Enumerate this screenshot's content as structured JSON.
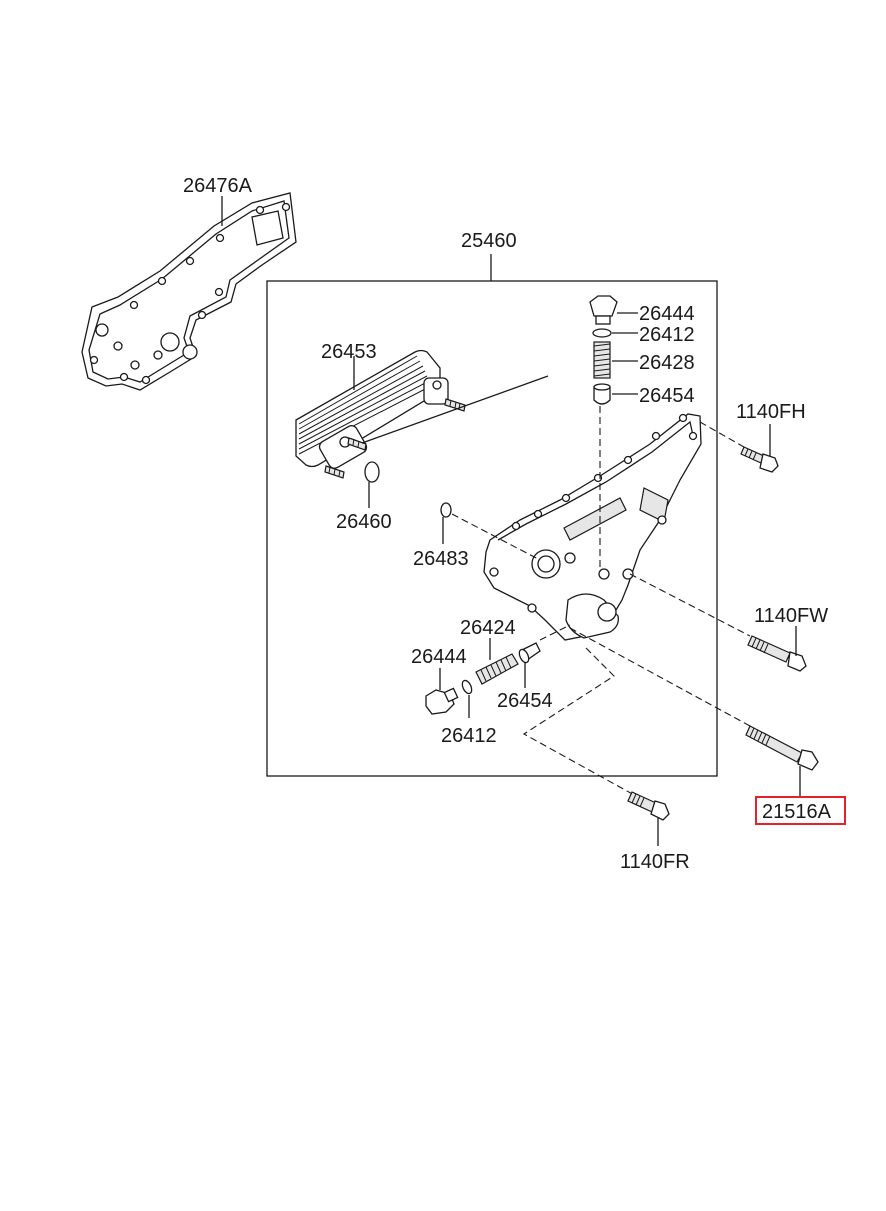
{
  "labels": {
    "gasket": "26476A",
    "assembly": "25460",
    "cooler": "26453",
    "plug_top": "26444",
    "oring_top": "26412",
    "spring_top": "26428",
    "valve_top": "26454",
    "bolt_fh": "1140FH",
    "oring_cooler": "26460",
    "oring_housing": "26483",
    "spring_bottom": "26424",
    "plug_bottom": "26444",
    "valve_bottom": "26454",
    "oring_bottom": "26412",
    "bolt_fw": "1140FW",
    "bolt_highlighted": "21516A",
    "bolt_fr": "1140FR"
  },
  "highlight_color": "#e8202a"
}
